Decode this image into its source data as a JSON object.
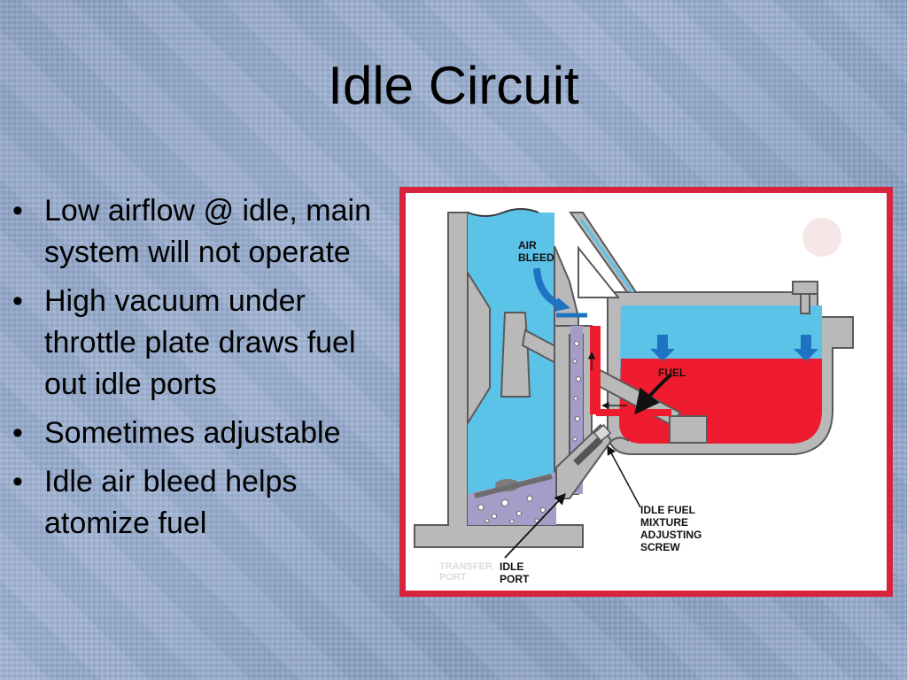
{
  "slide": {
    "title": "Idle Circuit",
    "bullets": [
      "Low airflow @ idle, main system will not operate",
      "High vacuum under throttle plate draws fuel out idle ports",
      "Sometimes adjustable",
      "Idle air bleed helps atomize fuel"
    ]
  },
  "diagram": {
    "labels": {
      "air_bleed_line1": "AIR",
      "air_bleed_line2": "BLEED",
      "fuel": "FUEL",
      "screw_line1": "IDLE FUEL",
      "screw_line2": "MIXTURE",
      "screw_line3": "ADJUSTING",
      "screw_line4": "SCREW",
      "port_line1": "IDLE",
      "port_line2": "PORT"
    },
    "colors": {
      "air": "#5cc3e8",
      "fuel": "#ee1c2e",
      "metal": "#b9b9b9",
      "mixture": "#a59cc8",
      "arrow": "#1f74c2",
      "frame": "#d8233d"
    }
  }
}
